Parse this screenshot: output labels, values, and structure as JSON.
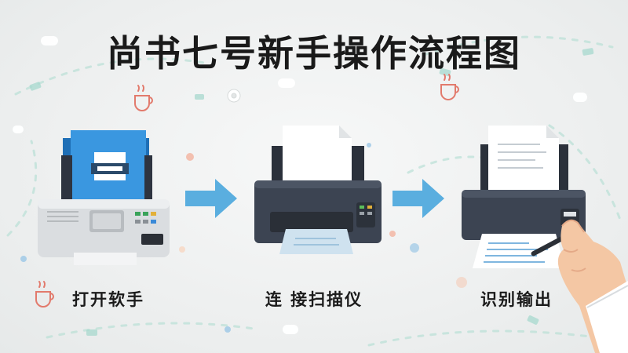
{
  "title": "尚书七号新手操作流程图",
  "steps": [
    {
      "label": "打开软手"
    },
    {
      "label": "连 接扫描仪"
    },
    {
      "label": "识别输出"
    }
  ],
  "colors": {
    "arrow": "#5aaedf",
    "screen_blue": "#2f8bd8",
    "printer_dark": "#3c4452",
    "scanner_light": "#dfe2e4",
    "accent_teal": "#7cc8b8",
    "accent_coral": "#e9857a",
    "hand_skin": "#f4c7a4"
  },
  "icons": [
    "scanner-icon",
    "printer-icon",
    "hand-icon",
    "arrow-right-icon",
    "coffee-cup-icon",
    "gear-icon"
  ]
}
